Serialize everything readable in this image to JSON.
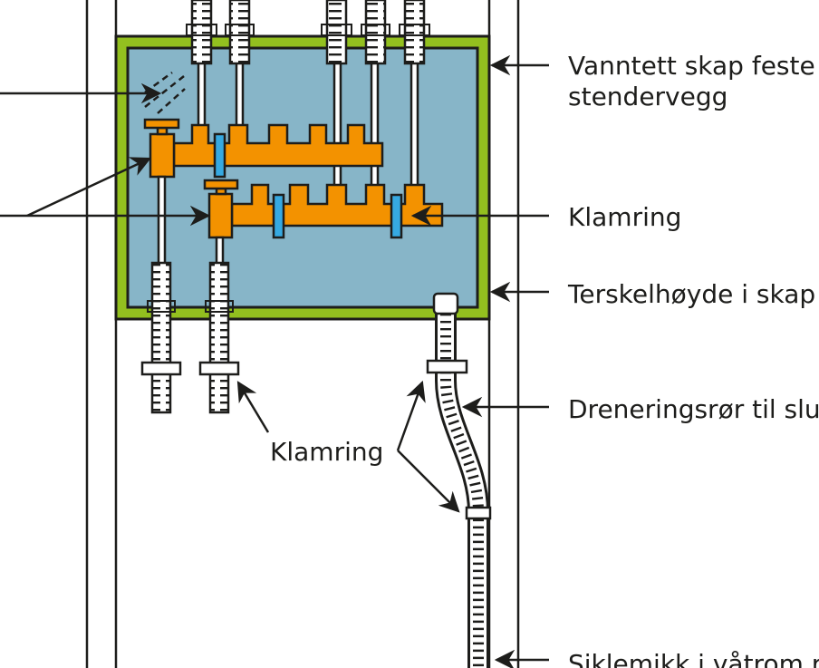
{
  "labels": {
    "cabinet_line1": "Vanntett skap feste",
    "cabinet_line2": "stendervegg",
    "clamp_ring_right": "Klamring",
    "threshold": "Terskelhøyde i skap",
    "drain_pipe": "Dreneringsrør til slu",
    "clamp_ring_bottom": "Klamring",
    "drip_wet_room": "Siklemikk i våtrom r"
  },
  "colors": {
    "cabinet_frame": "#93c01f",
    "cabinet_interior": "#87b5c8",
    "manifold": "#f39200",
    "clamp": "#36a9e1",
    "outline": "#1d1d1b"
  }
}
